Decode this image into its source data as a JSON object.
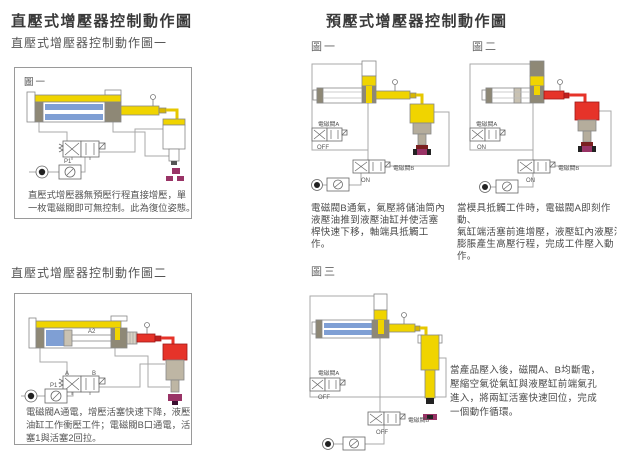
{
  "colors": {
    "yellow": "#f0d400",
    "blue": "#7f9fd4",
    "olive_gray": "#8e8876",
    "warm_gray": "#beb6a4",
    "red": "#e63329",
    "magenta": "#993366",
    "pipe_gray": "#a9a9a9"
  },
  "left": {
    "title": "直壓式增壓器控制動作圖",
    "subtitle1": "直壓式增壓器控制動作圖一",
    "subtitle2": "直壓式增壓器控制動作圖二",
    "fig1": {
      "label": "圖一",
      "p1": "P1",
      "caption_lines": [
        "直壓式增壓器無預壓行程直接增壓，單",
        "一枚電磁閥即可無控制。此為復位姿態。"
      ]
    },
    "fig2": {
      "port_a": "A",
      "port_b": "B",
      "rod": "A2",
      "p1": "P1",
      "caption_lines": [
        "電磁閥A通電，增壓活塞快速下降，液壓",
        "油缸工作衝壓工件；電磁閥B口通電，活",
        "塞1與活塞2回拉。"
      ]
    }
  },
  "right": {
    "title": "預壓式增壓器控制動作圖",
    "fig1": {
      "label": "圖一",
      "valve_a": "電磁閥A",
      "valve_a_state": "OFF",
      "valve_b": "電磁閥B",
      "valve_b_state": "ON",
      "caption_lines": [
        "電磁閥B通氣，氣壓將儲油筒內",
        "液壓油推到液壓油缸并使活塞",
        "桿快速下移，軸端具抵觸工作。"
      ]
    },
    "fig2": {
      "label": "圖二",
      "valve_a": "電磁閥A",
      "valve_a_state": "ON",
      "valve_b": "電磁閥B",
      "valve_b_state": "ON",
      "caption_lines": [
        "當模具抵觸工件時，電磁閥A即刻作動、",
        "氣缸端活塞前進增壓，液壓缸內液壓油",
        "膨脹產生高壓行程，完成工件壓入動作。"
      ]
    },
    "fig3": {
      "label": "圖三",
      "valve_a": "電磁閥A",
      "valve_a_state": "OFF",
      "valve_b": "電磁閥B",
      "valve_b_state": "OFF",
      "caption_lines": [
        "當產品壓入後，磁閥A、B均斷電，",
        "壓縮空氣從氣缸與液壓缸前端氣孔",
        "進入，將兩缸活塞快速回位，完成",
        "一個動作循環。"
      ]
    }
  }
}
